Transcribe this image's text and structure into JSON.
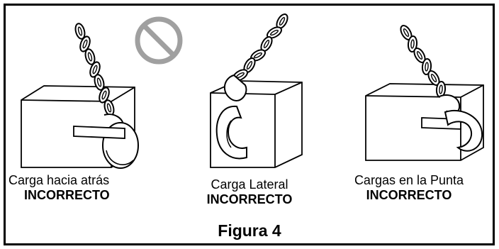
{
  "panels": [
    {
      "label": "Carga hacia atrás",
      "status": "INCORRECTO"
    },
    {
      "label": "Carga Lateral",
      "status": "INCORRECTO"
    },
    {
      "label": "Cargas en la Punta",
      "status": "INCORRECTO"
    }
  ],
  "figure_title": "Figura 4",
  "icons": {
    "prohibited": "prohibited-sign-icon"
  },
  "colors": {
    "border": "#000000",
    "prohibited": "#a0a0a0"
  }
}
